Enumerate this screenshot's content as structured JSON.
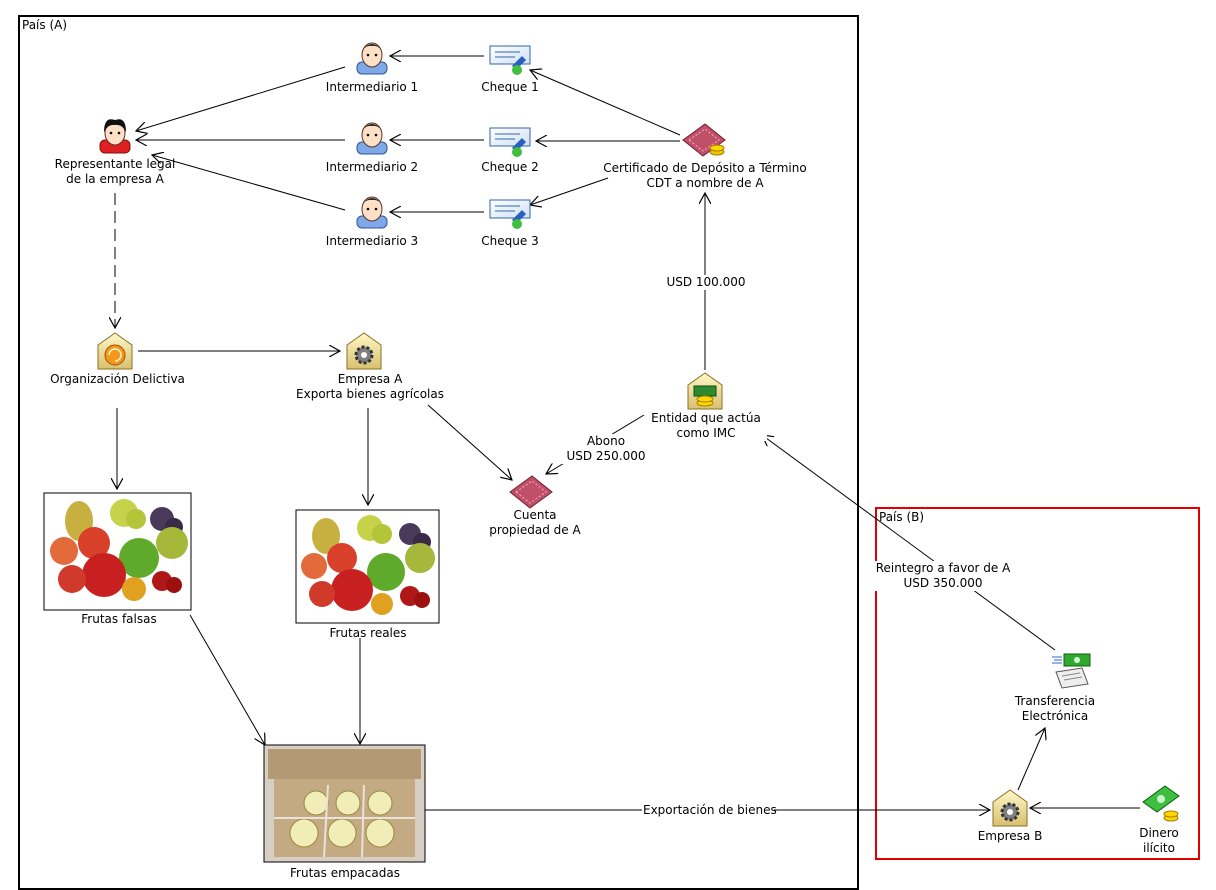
{
  "regions": {
    "country_a": {
      "label": "País (A)",
      "border_color": "#000000"
    },
    "country_b": {
      "label": "País (B)",
      "border_color": "#e00000"
    }
  },
  "nodes": {
    "intermediario1": {
      "label": "Intermediario 1",
      "icon": "person-icon"
    },
    "intermediario2": {
      "label": "Intermediario 2",
      "icon": "person-icon"
    },
    "intermediario3": {
      "label": "Intermediario 3",
      "icon": "person-icon"
    },
    "cheque1": {
      "label": "Cheque 1",
      "icon": "check-icon"
    },
    "cheque2": {
      "label": "Cheque 2",
      "icon": "check-icon"
    },
    "cheque3": {
      "label": "Cheque 3",
      "icon": "check-icon"
    },
    "representante": {
      "line1": "Representante legal",
      "line2": "de la empresa A",
      "icon": "person-red-icon"
    },
    "cdt": {
      "line1": "Certificado de Depósito a Término",
      "line2": "CDT a nombre de A",
      "icon": "deposit-certificate-icon"
    },
    "organizacion": {
      "label": "Organización Delictiva",
      "icon": "organization-icon"
    },
    "empresa_a": {
      "line1": "Empresa A",
      "line2": "Exporta bienes agrícolas",
      "icon": "company-gear-icon"
    },
    "entidad": {
      "line1": "Entidad que actúa",
      "line2": "como IMC",
      "icon": "bank-money-icon"
    },
    "cuenta": {
      "line1": "Cuenta",
      "line2": "propiedad de A",
      "icon": "account-icon"
    },
    "frutas_falsas": {
      "label": "Frutas falsas",
      "icon": "fruit-photo"
    },
    "frutas_reales": {
      "label": "Frutas reales",
      "icon": "fruit-photo"
    },
    "frutas_empacadas": {
      "label": "Frutas empacadas",
      "icon": "packed-fruit-photo"
    },
    "transferencia": {
      "line1": "Transferencia",
      "line2": "Electrónica",
      "icon": "wire-transfer-icon"
    },
    "empresa_b": {
      "label": "Empresa B",
      "icon": "company-gear-icon"
    },
    "dinero": {
      "line1": "Dinero",
      "line2": "ilícito",
      "icon": "money-icon"
    }
  },
  "edge_labels": {
    "usd100": "USD 100.000",
    "abono1": "Abono",
    "abono2": "USD 250.000",
    "reintegro1": "Reintegro a favor de A",
    "reintegro2": "USD 350.000",
    "exportacion": "Exportación de bienes"
  }
}
